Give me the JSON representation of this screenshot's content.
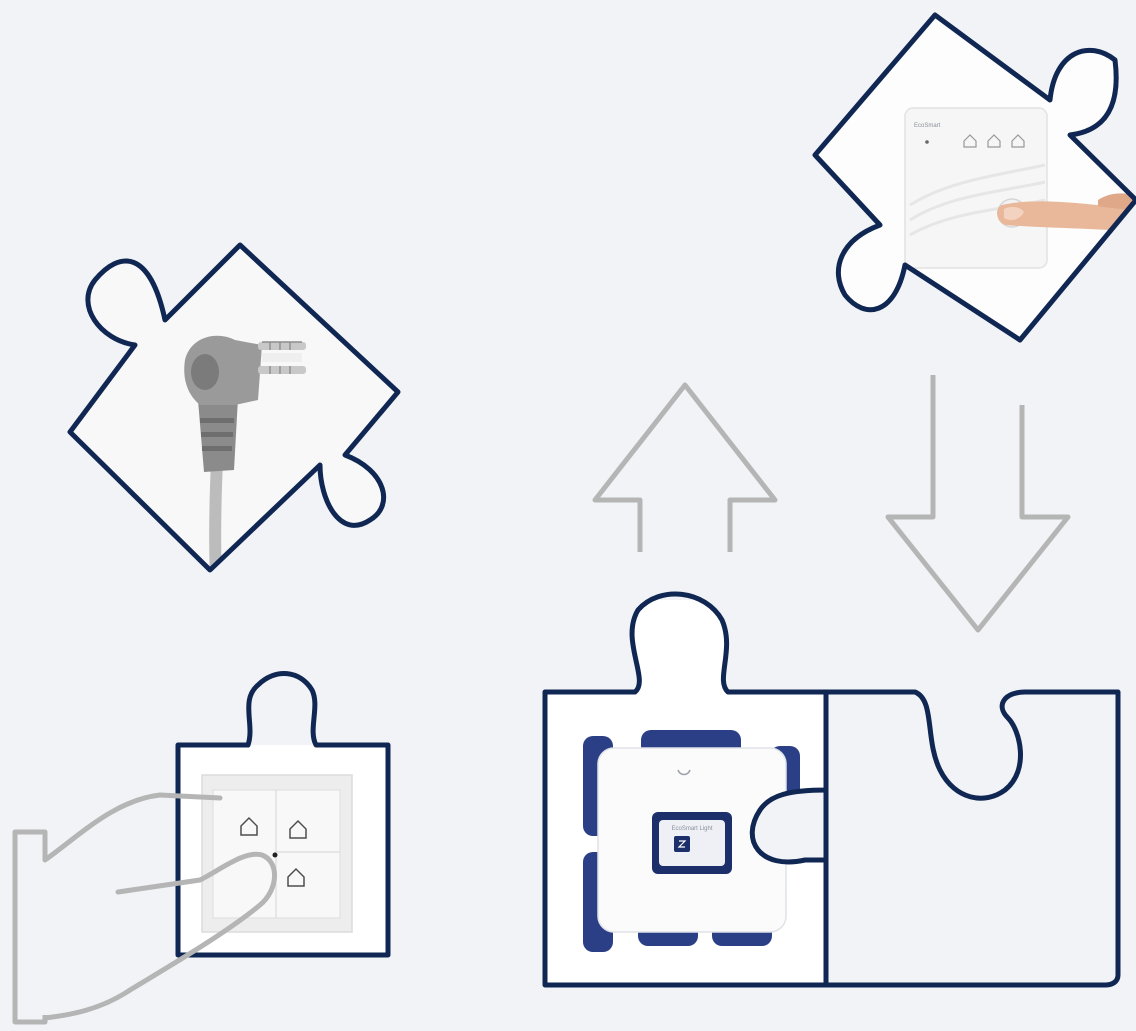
{
  "colors": {
    "background": "#f1f3f6",
    "puzzle_outline": "#0f2752",
    "arrow_outline": "#b5b5b5",
    "hand_outline": "#b5b5b5",
    "device_blue": "#2a3f86",
    "device_white": "#fbfbfb"
  },
  "diagram": {
    "pieces": [
      {
        "name": "plug-piece",
        "icon": "power-plug-icon"
      },
      {
        "name": "remote-piece",
        "icon": "wireless-remote-icon"
      },
      {
        "name": "wall-switch-piece",
        "icon": "wall-switch-icon"
      },
      {
        "name": "ventilation-unit-piece",
        "icon": "ventilation-unit-icon"
      },
      {
        "name": "empty-slot-piece",
        "icon": "puzzle-slot-icon"
      }
    ],
    "arrows": [
      {
        "name": "arrow-up",
        "direction": "up"
      },
      {
        "name": "arrow-down",
        "direction": "down"
      }
    ],
    "remote_brand": "EcoSmart",
    "unit_label": "EcoSmart Light"
  }
}
